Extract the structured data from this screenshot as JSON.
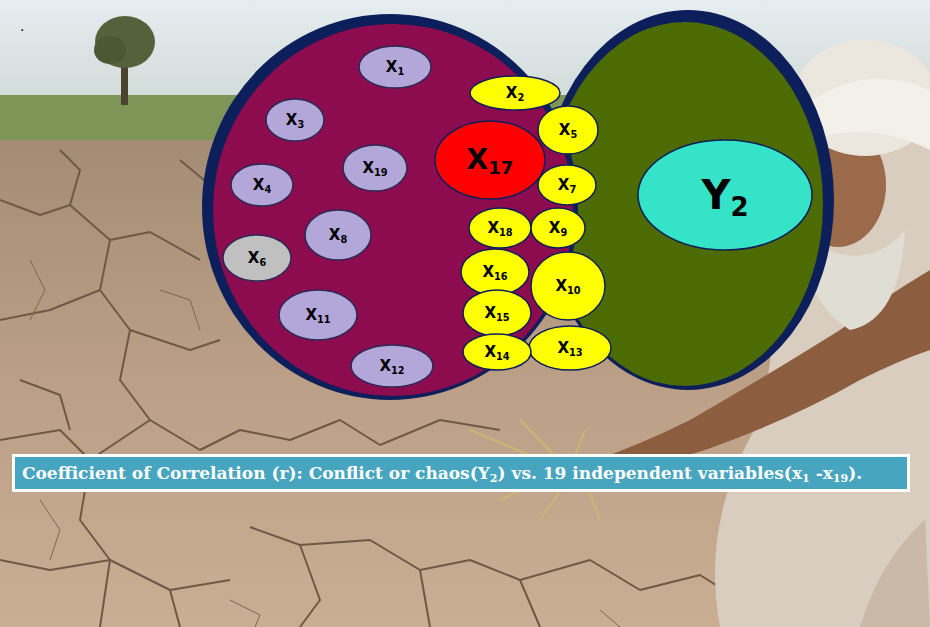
{
  "diagram": {
    "caption": "Coefficient of Correlation (r): Conflict or chaos(Y2) vs. 19 independent variables(x1 -x19).",
    "nodes": [
      {
        "text": [
          "X1"
        ]
      },
      {
        "text": [
          "X2"
        ]
      },
      {
        "text": [
          "X3"
        ]
      },
      {
        "text": [
          "X5"
        ]
      },
      {
        "text": [
          "X17"
        ]
      },
      {
        "text": [
          "X19"
        ]
      },
      {
        "text": [
          "X4"
        ]
      },
      {
        "text": [
          "X7"
        ]
      },
      {
        "text": [
          "X18"
        ]
      },
      {
        "text": [
          "X9"
        ]
      },
      {
        "text": [
          "Y2"
        ]
      },
      {
        "text": [
          "X8"
        ]
      },
      {
        "text": [
          "X6"
        ]
      },
      {
        "text": [
          "X16"
        ]
      },
      {
        "text": [
          "X10"
        ]
      },
      {
        "text": [
          "X15"
        ]
      },
      {
        "text": [
          "X11"
        ]
      },
      {
        "text": [
          "X13"
        ]
      },
      {
        "text": [
          "X14"
        ]
      },
      {
        "text": [
          "X12"
        ]
      }
    ],
    "labels": [
      "."
    ]
  }
}
